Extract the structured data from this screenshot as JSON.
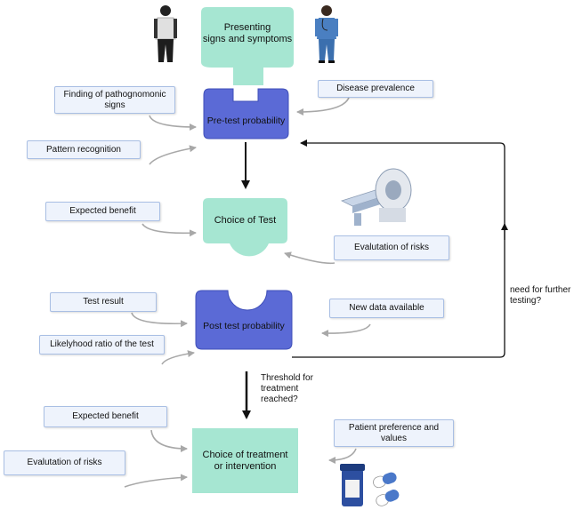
{
  "nodes": {
    "presenting": "Presenting\nsigns and symptoms",
    "pretest": "Pre-test probability",
    "choice_test": "Choice of Test",
    "posttest": "Post test probability",
    "treatment": "Choice of treatment\nor intervention"
  },
  "labels": {
    "pathognomonic": "Finding of pathognomonic\nsigns",
    "disease_prevalence": "Disease prevalence",
    "pattern_recognition": "Pattern recognition",
    "expected_benefit_1": "Expected benefit",
    "evaluation_risks_1": "Evalutation of risks",
    "test_result": "Test result",
    "new_data": "New data available",
    "likelihood_ratio": "Likelyhood ratio of the test",
    "expected_benefit_2": "Expected benefit",
    "patient_preference": "Patient preference and\nvalues",
    "evaluation_risks_2": "Evalutation of risks"
  },
  "annotations": {
    "further_testing": "need for further\ntesting?",
    "threshold": "Threshold for\ntreatment\nreached?"
  },
  "colors": {
    "green": "#a6e6d2",
    "blue": "#5b6ad6",
    "blue_stroke": "#3f4fb8",
    "label_bg": "#eef3fc",
    "label_border": "#a9bfe4",
    "grey_arrow": "#a8a8a8"
  },
  "icons": [
    "patient-figure-icon",
    "doctor-figure-icon",
    "ct-scanner-icon",
    "medication-icon"
  ]
}
